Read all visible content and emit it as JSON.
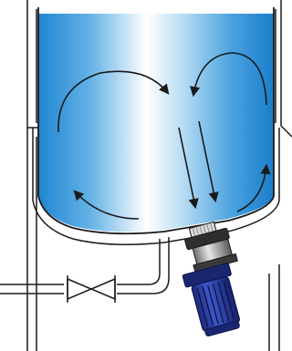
{
  "diagram": {
    "kind": "mixing-tank-with-bottom-mounted-agitator",
    "components": [
      {
        "id": "tank",
        "icon": "vessel"
      },
      {
        "id": "liquid",
        "icon": "liquid-fill"
      },
      {
        "id": "flow-arrows",
        "icon": "circulation-arrows",
        "count": 6
      },
      {
        "id": "mixer-head",
        "icon": "magnetic-agitator-head"
      },
      {
        "id": "motor",
        "icon": "electric-motor"
      },
      {
        "id": "outlet-pipe",
        "icon": "pipe"
      },
      {
        "id": "valve",
        "icon": "gate-valve"
      }
    ],
    "colors": {
      "liquid_light": "#ffffff",
      "liquid_mid": "#a8d3f0",
      "liquid_dark": "#1f86d1",
      "outline": "#1a1a1a",
      "motor_body": "#1f2f8a",
      "motor_highlight": "#4a62d4",
      "mixer_metal": "#b9b9b9",
      "mixer_dark": "#3a3a3a"
    }
  }
}
